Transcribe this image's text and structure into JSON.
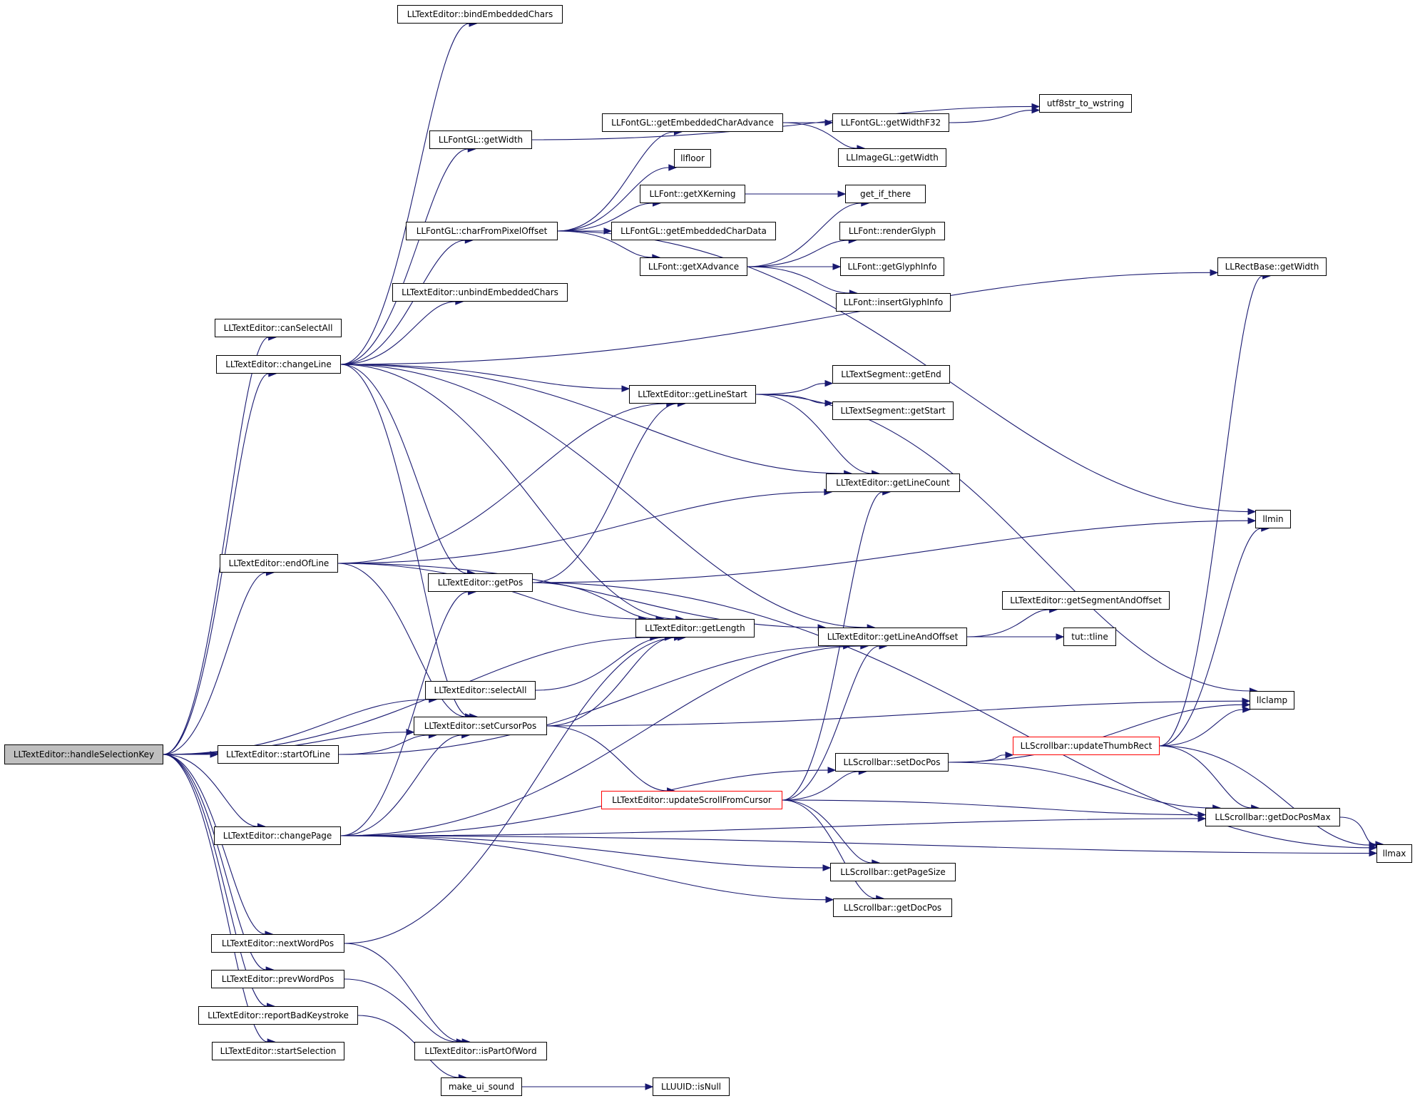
{
  "graph": {
    "root": "handleSelectionKey",
    "colors": {
      "edge": "#191970",
      "node_border": "#000000",
      "root_fill": "#bfbfbf",
      "truncated_border": "#ff0000"
    },
    "nodes": [
      {
        "id": "handleSelectionKey",
        "label": "LLTextEditor::handleSelectionKey",
        "root": true
      },
      {
        "id": "bindEmbeddedChars",
        "label": "LLTextEditor::bindEmbeddedChars"
      },
      {
        "id": "utf8str_to_wstring",
        "label": "utf8str_to_wstring"
      },
      {
        "id": "getEmbeddedCharAdvance",
        "label": "LLFontGL::getEmbeddedCharAdvance"
      },
      {
        "id": "getWidthF32",
        "label": "LLFontGL::getWidthF32"
      },
      {
        "id": "LLFontGL_getWidth",
        "label": "LLFontGL::getWidth"
      },
      {
        "id": "LLImageGL_getWidth",
        "label": "LLImageGL::getWidth"
      },
      {
        "id": "llfloor",
        "label": "llfloor"
      },
      {
        "id": "getXKerning",
        "label": "LLFont::getXKerning"
      },
      {
        "id": "get_if_there",
        "label": "get_if_there"
      },
      {
        "id": "charFromPixelOffset",
        "label": "LLFontGL::charFromPixelOffset"
      },
      {
        "id": "getEmbeddedCharData",
        "label": "LLFontGL::getEmbeddedCharData"
      },
      {
        "id": "renderGlyph",
        "label": "LLFont::renderGlyph"
      },
      {
        "id": "getXAdvance",
        "label": "LLFont::getXAdvance"
      },
      {
        "id": "getGlyphInfo",
        "label": "LLFont::getGlyphInfo"
      },
      {
        "id": "LLRectBase_getWidth",
        "label": "LLRectBase::getWidth"
      },
      {
        "id": "unbindEmbeddedChars",
        "label": "LLTextEditor::unbindEmbeddedChars"
      },
      {
        "id": "insertGlyphInfo",
        "label": "LLFont::insertGlyphInfo"
      },
      {
        "id": "canSelectAll",
        "label": "LLTextEditor::canSelectAll"
      },
      {
        "id": "changeLine",
        "label": "LLTextEditor::changeLine"
      },
      {
        "id": "getEnd",
        "label": "LLTextSegment::getEnd"
      },
      {
        "id": "getLineStart",
        "label": "LLTextEditor::getLineStart"
      },
      {
        "id": "getStart",
        "label": "LLTextSegment::getStart"
      },
      {
        "id": "getLineCount",
        "label": "LLTextEditor::getLineCount"
      },
      {
        "id": "llmin",
        "label": "llmin"
      },
      {
        "id": "endOfLine",
        "label": "LLTextEditor::endOfLine"
      },
      {
        "id": "getPos",
        "label": "LLTextEditor::getPos"
      },
      {
        "id": "getSegmentAndOffset",
        "label": "LLTextEditor::getSegmentAndOffset"
      },
      {
        "id": "getLength",
        "label": "LLTextEditor::getLength"
      },
      {
        "id": "getLineAndOffset",
        "label": "LLTextEditor::getLineAndOffset"
      },
      {
        "id": "tut_tline",
        "label": "tut::tline"
      },
      {
        "id": "selectAll",
        "label": "LLTextEditor::selectAll"
      },
      {
        "id": "llclamp",
        "label": "llclamp"
      },
      {
        "id": "setCursorPos",
        "label": "LLTextEditor::setCursorPos"
      },
      {
        "id": "updateThumbRect",
        "label": "LLScrollbar::updateThumbRect",
        "truncated": true
      },
      {
        "id": "startOfLine",
        "label": "LLTextEditor::startOfLine"
      },
      {
        "id": "setDocPos",
        "label": "LLScrollbar::setDocPos"
      },
      {
        "id": "updateScrollFromCursor",
        "label": "LLTextEditor::updateScrollFromCursor",
        "truncated": true
      },
      {
        "id": "getDocPosMax",
        "label": "LLScrollbar::getDocPosMax"
      },
      {
        "id": "changePage",
        "label": "LLTextEditor::changePage"
      },
      {
        "id": "llmax",
        "label": "llmax"
      },
      {
        "id": "getPageSize",
        "label": "LLScrollbar::getPageSize"
      },
      {
        "id": "getDocPos",
        "label": "LLScrollbar::getDocPos"
      },
      {
        "id": "nextWordPos",
        "label": "LLTextEditor::nextWordPos"
      },
      {
        "id": "prevWordPos",
        "label": "LLTextEditor::prevWordPos"
      },
      {
        "id": "reportBadKeystroke",
        "label": "LLTextEditor::reportBadKeystroke"
      },
      {
        "id": "isPartOfWord",
        "label": "LLTextEditor::isPartOfWord"
      },
      {
        "id": "startSelection",
        "label": "LLTextEditor::startSelection"
      },
      {
        "id": "make_ui_sound",
        "label": "make_ui_sound"
      },
      {
        "id": "isNull",
        "label": "LLUUID::isNull"
      }
    ],
    "edges": [
      [
        "handleSelectionKey",
        "canSelectAll"
      ],
      [
        "handleSelectionKey",
        "changeLine"
      ],
      [
        "handleSelectionKey",
        "endOfLine"
      ],
      [
        "handleSelectionKey",
        "getLength"
      ],
      [
        "handleSelectionKey",
        "selectAll"
      ],
      [
        "handleSelectionKey",
        "setCursorPos"
      ],
      [
        "handleSelectionKey",
        "startOfLine"
      ],
      [
        "handleSelectionKey",
        "changePage"
      ],
      [
        "handleSelectionKey",
        "nextWordPos"
      ],
      [
        "handleSelectionKey",
        "prevWordPos"
      ],
      [
        "handleSelectionKey",
        "reportBadKeystroke"
      ],
      [
        "handleSelectionKey",
        "startSelection"
      ],
      [
        "changeLine",
        "bindEmbeddedChars"
      ],
      [
        "changeLine",
        "LLRectBase_getWidth"
      ],
      [
        "changeLine",
        "LLFontGL_getWidth"
      ],
      [
        "changeLine",
        "charFromPixelOffset"
      ],
      [
        "changeLine",
        "unbindEmbeddedChars"
      ],
      [
        "changeLine",
        "getLineStart"
      ],
      [
        "changeLine",
        "getLineCount"
      ],
      [
        "changeLine",
        "getPos"
      ],
      [
        "changeLine",
        "getLength"
      ],
      [
        "changeLine",
        "getLineAndOffset"
      ],
      [
        "changeLine",
        "setCursorPos"
      ],
      [
        "LLFontGL_getWidth",
        "utf8str_to_wstring"
      ],
      [
        "charFromPixelOffset",
        "getEmbeddedCharAdvance"
      ],
      [
        "charFromPixelOffset",
        "llfloor"
      ],
      [
        "charFromPixelOffset",
        "getXKerning"
      ],
      [
        "charFromPixelOffset",
        "getEmbeddedCharData"
      ],
      [
        "charFromPixelOffset",
        "getXAdvance"
      ],
      [
        "charFromPixelOffset",
        "llmin"
      ],
      [
        "getEmbeddedCharAdvance",
        "getWidthF32"
      ],
      [
        "getEmbeddedCharAdvance",
        "LLImageGL_getWidth"
      ],
      [
        "getWidthF32",
        "utf8str_to_wstring"
      ],
      [
        "getXKerning",
        "get_if_there"
      ],
      [
        "getXAdvance",
        "get_if_there"
      ],
      [
        "getXAdvance",
        "renderGlyph"
      ],
      [
        "getXAdvance",
        "getGlyphInfo"
      ],
      [
        "getXAdvance",
        "insertGlyphInfo"
      ],
      [
        "getLineStart",
        "getEnd"
      ],
      [
        "getLineStart",
        "getStart"
      ],
      [
        "getLineStart",
        "getLineCount"
      ],
      [
        "getLineStart",
        "llclamp"
      ],
      [
        "endOfLine",
        "getLineStart"
      ],
      [
        "endOfLine",
        "getLineCount"
      ],
      [
        "endOfLine",
        "getLength"
      ],
      [
        "endOfLine",
        "getLineAndOffset"
      ],
      [
        "endOfLine",
        "setCursorPos"
      ],
      [
        "getPos",
        "getLineStart"
      ],
      [
        "getPos",
        "llmin"
      ],
      [
        "getPos",
        "getLength"
      ],
      [
        "getPos",
        "llmax"
      ],
      [
        "getLineAndOffset",
        "getSegmentAndOffset"
      ],
      [
        "getLineAndOffset",
        "tut_tline"
      ],
      [
        "selectAll",
        "getLength"
      ],
      [
        "setCursorPos",
        "getLength"
      ],
      [
        "setCursorPos",
        "llclamp"
      ],
      [
        "setCursorPos",
        "updateScrollFromCursor"
      ],
      [
        "startOfLine",
        "setCursorPos"
      ],
      [
        "startOfLine",
        "getLineAndOffset"
      ],
      [
        "updateScrollFromCursor",
        "getLineCount"
      ],
      [
        "updateScrollFromCursor",
        "getLineAndOffset"
      ],
      [
        "updateScrollFromCursor",
        "setDocPos"
      ],
      [
        "updateScrollFromCursor",
        "getDocPosMax"
      ],
      [
        "updateScrollFromCursor",
        "getPageSize"
      ],
      [
        "updateScrollFromCursor",
        "getDocPos"
      ],
      [
        "setDocPos",
        "llclamp"
      ],
      [
        "setDocPos",
        "updateThumbRect"
      ],
      [
        "setDocPos",
        "getDocPosMax"
      ],
      [
        "updateThumbRect",
        "LLRectBase_getWidth"
      ],
      [
        "updateThumbRect",
        "llmin"
      ],
      [
        "updateThumbRect",
        "llclamp"
      ],
      [
        "updateThumbRect",
        "getDocPosMax"
      ],
      [
        "updateThumbRect",
        "llmax"
      ],
      [
        "getDocPosMax",
        "llmax"
      ],
      [
        "changePage",
        "getPos"
      ],
      [
        "changePage",
        "setCursorPos"
      ],
      [
        "changePage",
        "getLineAndOffset"
      ],
      [
        "changePage",
        "setDocPos"
      ],
      [
        "changePage",
        "getPageSize"
      ],
      [
        "changePage",
        "getDocPos"
      ],
      [
        "changePage",
        "getDocPosMax"
      ],
      [
        "changePage",
        "llmax"
      ],
      [
        "nextWordPos",
        "getLength"
      ],
      [
        "nextWordPos",
        "isPartOfWord"
      ],
      [
        "prevWordPos",
        "isPartOfWord"
      ],
      [
        "reportBadKeystroke",
        "make_ui_sound"
      ],
      [
        "make_ui_sound",
        "isNull"
      ]
    ]
  }
}
